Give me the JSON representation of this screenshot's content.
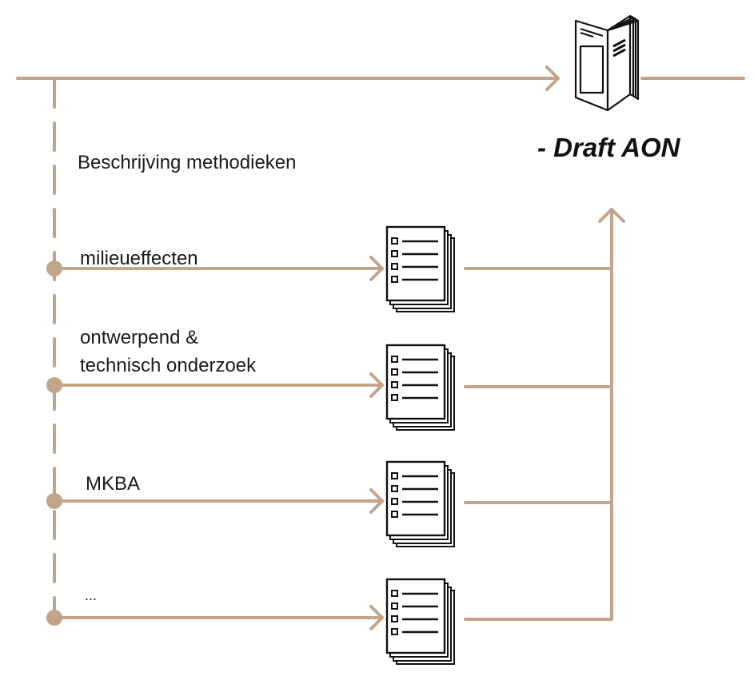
{
  "diagram": {
    "heading": "Beschrijving methodieken",
    "output_label": "- Draft AON",
    "streams": [
      {
        "label": "milieueffecten"
      },
      {
        "label": "ontwerpend &\ntechnisch onderzoek"
      },
      {
        "label": "MKBA"
      },
      {
        "label": "..."
      }
    ]
  },
  "colors": {
    "line": "#c2a48b",
    "ink": "#111111"
  },
  "icons": {
    "output": "booklet-icon",
    "document": "document-stack-icon"
  }
}
